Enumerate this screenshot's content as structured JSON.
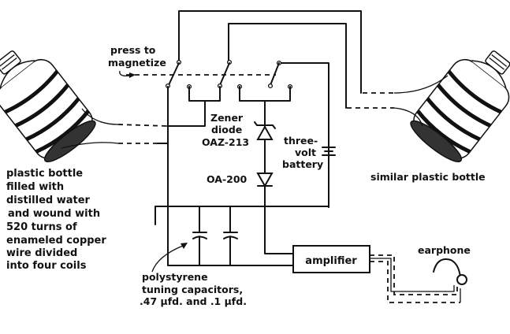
{
  "diagram": {
    "type": "hand-drawn circuit schematic",
    "labels": {
      "press_to": "press to",
      "magnetize": "magnetize",
      "zener_1": "Zener",
      "zener_2": "diode",
      "zener_3": "OAZ-213",
      "diode": "OA-200",
      "battery_1": "three-",
      "battery_2": "volt",
      "battery_3": "battery",
      "similar_bottle": "similar plastic bottle",
      "amplifier": "amplifier",
      "earphone": "earphone"
    },
    "left_bottle_caption": [
      "plastic bottle",
      "filled with",
      "distilled water",
      "and wound with",
      "520 turns of",
      "enameled copper",
      "wire divided",
      "into four coils"
    ],
    "capacitor_caption": [
      "polystyrene",
      "tuning capacitors,",
      ".47 µfd. and .1 µfd."
    ],
    "components": [
      {
        "name": "left-coil-bottle",
        "kind": "coil on plastic bottle"
      },
      {
        "name": "right-coil-bottle",
        "kind": "coil on plastic bottle"
      },
      {
        "name": "magnetize-switch",
        "kind": "three-pole switch, press to magnetize"
      },
      {
        "name": "zener-diode",
        "kind": "Zener diode",
        "part": "OAZ-213"
      },
      {
        "name": "diode",
        "kind": "diode",
        "part": "OA-200"
      },
      {
        "name": "battery",
        "kind": "battery",
        "value": "3 V"
      },
      {
        "name": "capacitor-1",
        "kind": "polystyrene capacitor",
        "value": ".47 µfd"
      },
      {
        "name": "capacitor-2",
        "kind": "polystyrene capacitor",
        "value": ".1 µfd"
      },
      {
        "name": "amplifier",
        "kind": "amplifier"
      },
      {
        "name": "earphone",
        "kind": "earphone"
      }
    ]
  }
}
